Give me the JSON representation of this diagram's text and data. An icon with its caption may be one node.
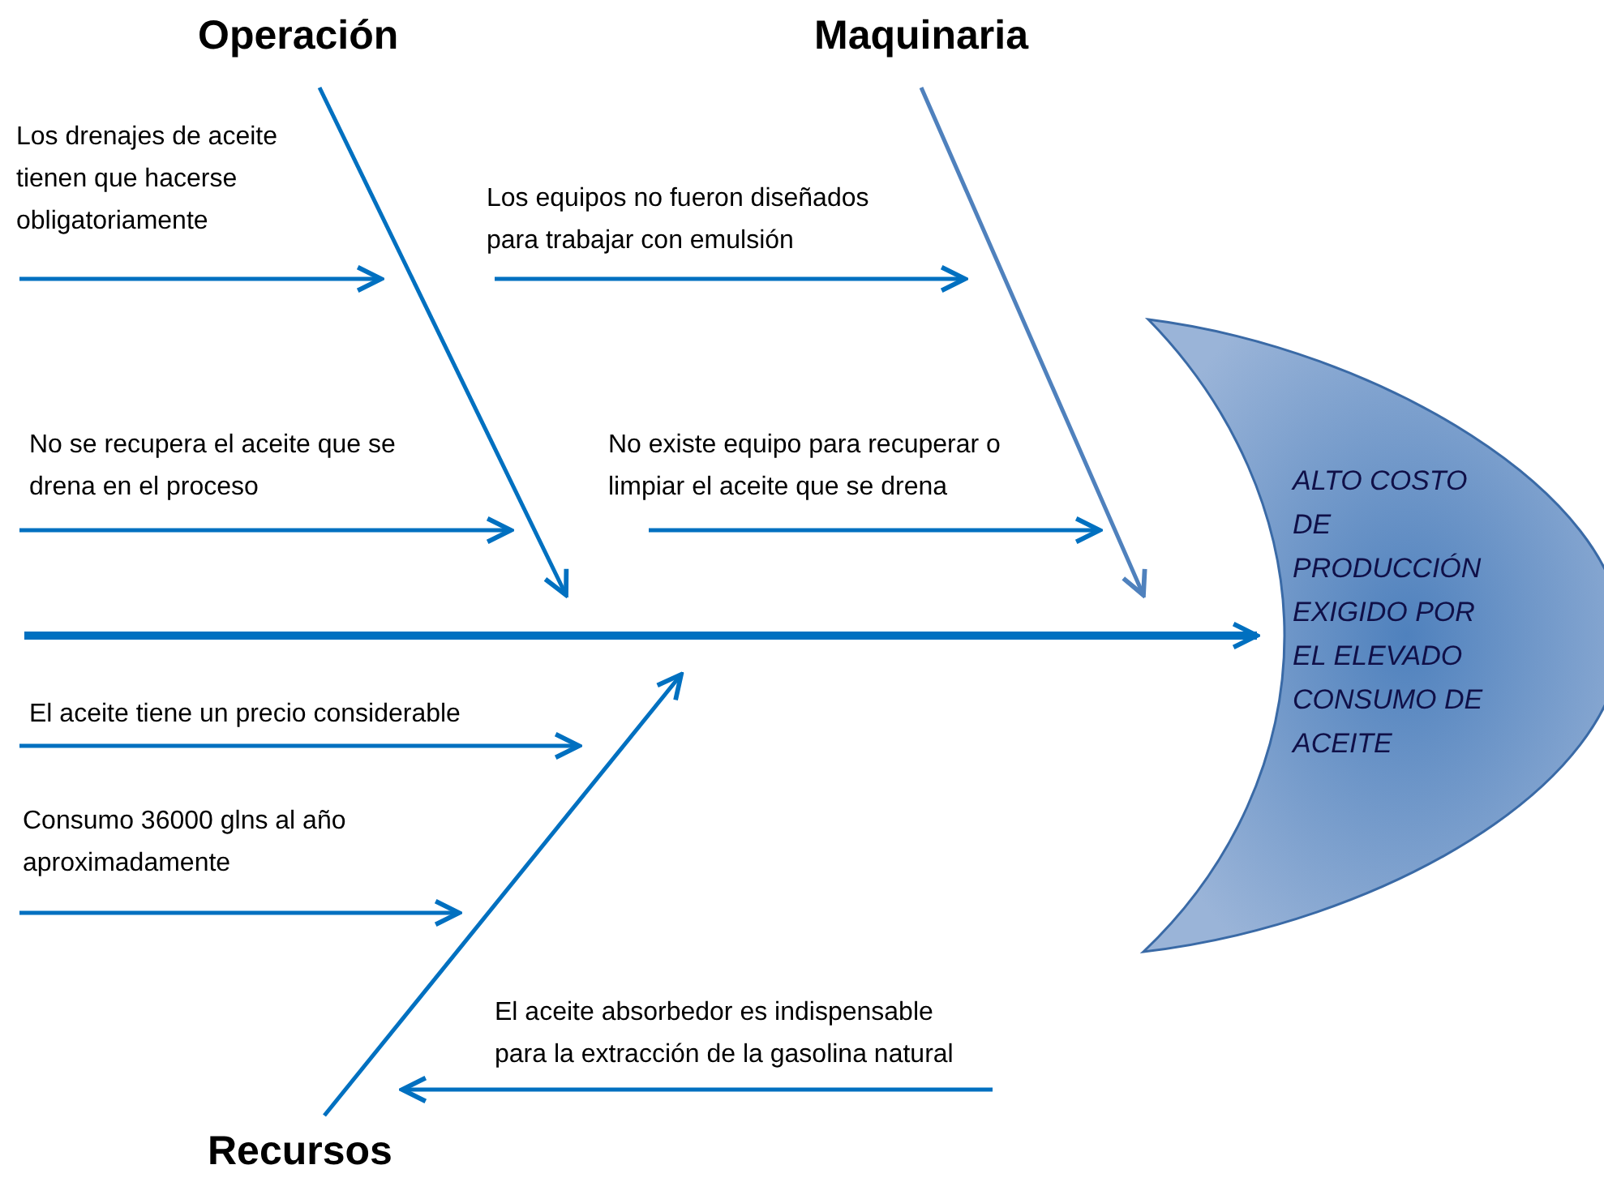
{
  "diagram": {
    "nodes": [
      {
        "text": [
          "Operación"
        ]
      },
      {
        "text": [
          "Maquinaria"
        ]
      },
      {
        "text": [
          "Los drenajes de aceite tienen que hacerse obligatoriamente"
        ]
      },
      {
        "text": [
          "Los equipos no fueron diseñados para trabajar con emulsión"
        ]
      },
      {
        "text": [
          "ALTO COSTO DE PRODUCCIÓN EXIGIDO POR EL ELEVADO CONSUMO DE ACEITE"
        ]
      },
      {
        "text": [
          "No se recupera el aceite que se drena en el proceso"
        ]
      },
      {
        "text": [
          "No existe equipo para recuperar o limpiar el aceite que se drena"
        ]
      },
      {
        "text": [
          "El aceite tiene un precio considerable"
        ]
      },
      {
        "text": [
          "Consumo 36000 glns al año aproximadamente"
        ]
      },
      {
        "text": [
          "El aceite absorbedor es indispensable para la extracción de la gasolina natural"
        ]
      },
      {
        "text": [
          "Recursos"
        ]
      }
    ],
    "edges": [
      {
        "from": null,
        "to": 4,
        "arrow": "to",
        "style": "thick"
      },
      {
        "from": 0,
        "to": null,
        "arrow": "to"
      },
      {
        "from": 1,
        "to": null,
        "arrow": "to",
        "color": "#4f81bd"
      },
      {
        "from": 10,
        "to": null,
        "arrow": "to"
      },
      {
        "from": 2,
        "to": null,
        "arrow": "to"
      },
      {
        "from": 3,
        "to": null,
        "arrow": "to"
      },
      {
        "from": 5,
        "to": null,
        "arrow": "to"
      },
      {
        "from": 6,
        "to": null,
        "arrow": "to"
      },
      {
        "from": 7,
        "to": null,
        "arrow": "to"
      },
      {
        "from": 8,
        "to": null,
        "arrow": "to"
      },
      {
        "from": 9,
        "to": 10,
        "arrow": "to"
      }
    ]
  }
}
